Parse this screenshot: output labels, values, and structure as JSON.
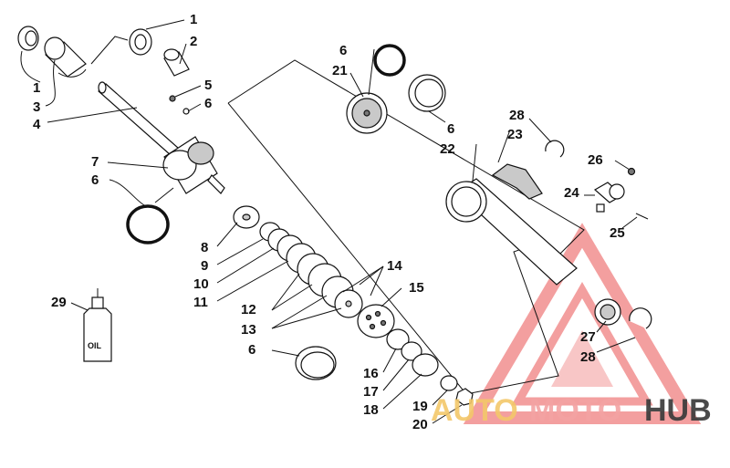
{
  "callouts": {
    "c1a": "1",
    "c1b": "1",
    "c2": "2",
    "c3": "3",
    "c4": "4",
    "c5": "5",
    "c6a": "6",
    "c6b": "6",
    "c6c": "6",
    "c6d": "6",
    "c6e": "6",
    "c7": "7",
    "c8": "8",
    "c9": "9",
    "c10": "10",
    "c11": "11",
    "c12": "12",
    "c13": "13",
    "c14": "14",
    "c15": "15",
    "c16": "16",
    "c17": "17",
    "c18": "18",
    "c19": "19",
    "c20": "20",
    "c21": "21",
    "c22": "22",
    "c23": "23",
    "c24": "24",
    "c25": "25",
    "c26": "26",
    "c27": "27",
    "c28a": "28",
    "c28b": "28",
    "c29": "29"
  },
  "bottle_label": "OIL",
  "watermark": {
    "part1": "AUTO",
    "part2": "MOTO",
    "part3": "HUB"
  },
  "colors": {
    "line": "#111111",
    "watermark_red": "#f08080",
    "watermark_yellow": "#f3c86a",
    "watermark_dark": "#3b3b3b"
  }
}
